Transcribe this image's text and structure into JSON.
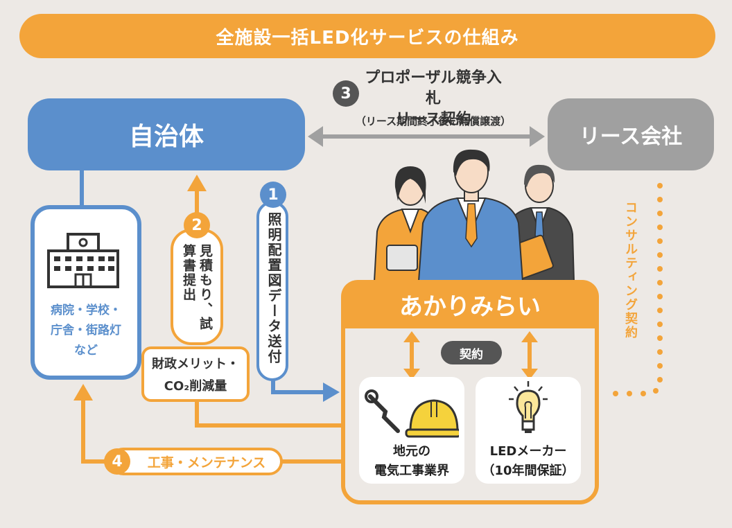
{
  "title": "全施設一括LED化サービスの仕組み",
  "nodes": {
    "municipality": "自治体",
    "lease_company": "リース会社",
    "akari": "あかりみらい",
    "facilities": [
      "病院・学校・",
      "庁舎・街路灯",
      "など"
    ],
    "local_industry": [
      "地元の",
      "電気工事業界"
    ],
    "led_maker": [
      "LEDメーカー",
      "（10年間保証）"
    ],
    "contract": "契約"
  },
  "steps": {
    "s1": {
      "num": "1",
      "label": "照明配置図データ送付"
    },
    "s2": {
      "num": "2",
      "label": "見積もり、試算書提出"
    },
    "s3": {
      "num": "3",
      "line1": "プロポーザル競争入札",
      "line2": "リース契約",
      "note": "（リース期間終了後に無償譲渡）"
    },
    "s4": {
      "num": "4",
      "label": "工事・メンテナンス"
    }
  },
  "merit": {
    "line1": "財政メリット・",
    "line2": "CO₂削減量"
  },
  "consulting": "コンサルティング契約",
  "colors": {
    "orange": "#f3a43a",
    "blue": "#5b8fcc",
    "gray": "#a0a0a0",
    "dark": "#555555"
  }
}
